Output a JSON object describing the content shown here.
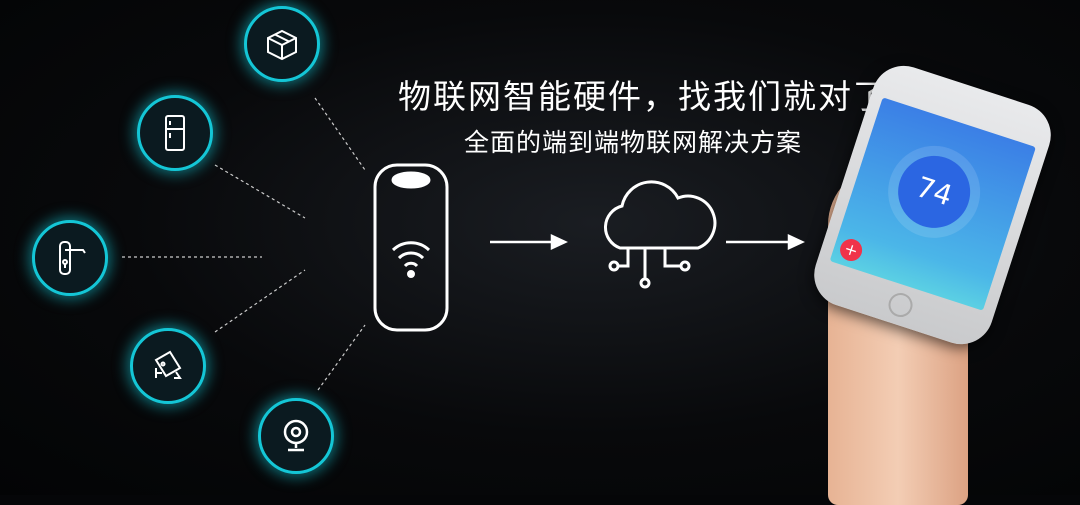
{
  "headline": "物联网智能硬件，找我们就对了！",
  "subheadline": "全面的端到端物联网解决方案",
  "devices": [
    {
      "icon": "package-box-icon"
    },
    {
      "icon": "refrigerator-icon"
    },
    {
      "icon": "door-lock-icon"
    },
    {
      "icon": "security-camera-icon"
    },
    {
      "icon": "webcam-icon"
    }
  ],
  "hub": {
    "icon": "smart-speaker-wifi-icon"
  },
  "cloud": {
    "icon": "cloud-network-icon"
  },
  "phone": {
    "temperature": "74",
    "add_button": "+"
  },
  "colors": {
    "accent": "#14c6d6",
    "background": "#050608",
    "phone_screen": "#3b7fe6",
    "add_button": "#f0334a"
  }
}
